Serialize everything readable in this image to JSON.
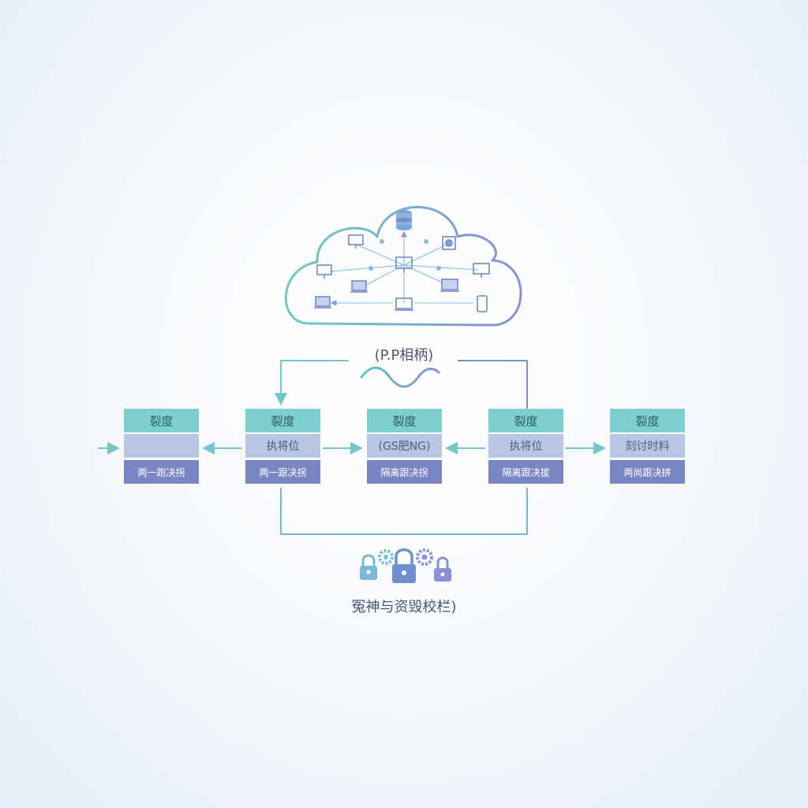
{
  "cloud": {
    "label": "(P.P相柄)"
  },
  "nodes": [
    {
      "header": "裂度",
      "middle": "",
      "bottom": "两一跑决拐"
    },
    {
      "header": "裂度",
      "middle": "执将位",
      "bottom": "两一跟决拐"
    },
    {
      "header": "裂度",
      "middle": "(GS肥NG)",
      "bottom": "隔离跟决拐"
    },
    {
      "header": "裂度",
      "middle": "执将位",
      "bottom": "隔离跟决拔"
    },
    {
      "header": "裂度",
      "middle": "刻讨时料",
      "bottom": "两尚跟决拼"
    }
  ],
  "security": {
    "label": "冤神与资毁校栏)"
  },
  "colors": {
    "teal": "#7ecfcf",
    "lavender": "#b7c7e3",
    "indigo": "#7a86c4",
    "line_teal": "#74c6c9",
    "line_indigo": "#7d8fcc"
  },
  "icons": {
    "cloud": "cloud-icon",
    "database": "database-icon",
    "wave": "wave-icon",
    "locks": "lock-icon",
    "gears": "gear-icon"
  }
}
